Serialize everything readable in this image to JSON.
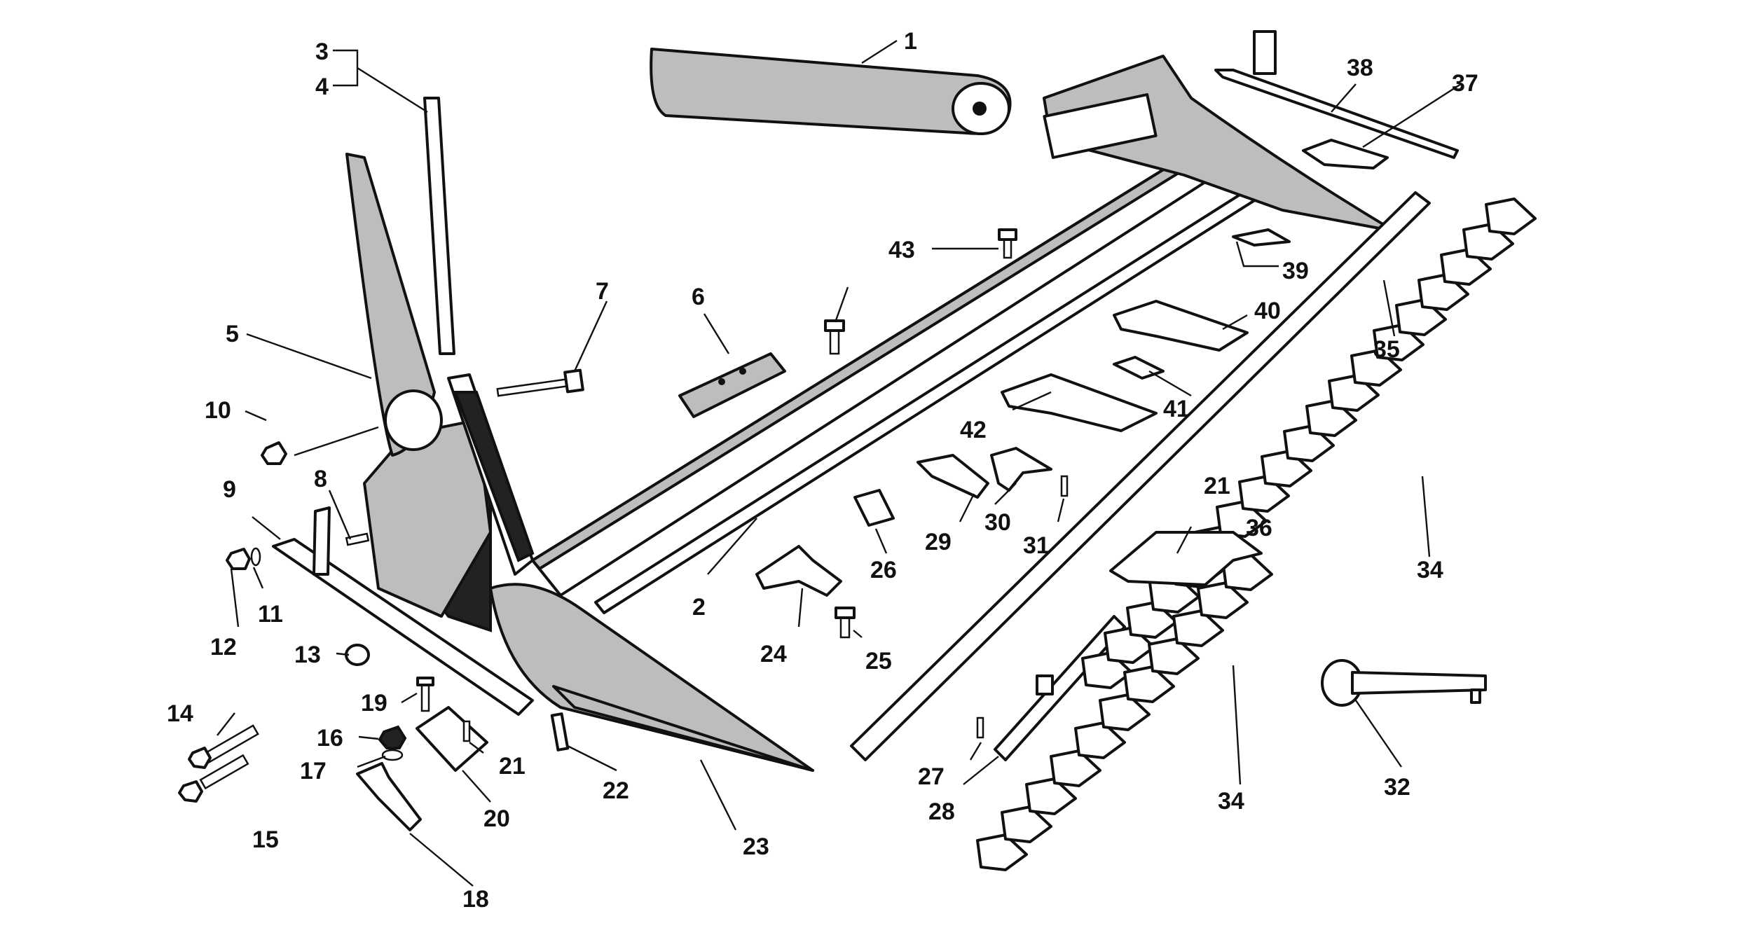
{
  "callouts": {
    "c1": "1",
    "c2": "2",
    "c3": "3",
    "c4": "4",
    "c5": "5",
    "c6": "6",
    "c7": "7",
    "c8": "8",
    "c9": "9",
    "c10": "10",
    "c11": "11",
    "c12": "12",
    "c13": "13",
    "c14": "14",
    "c15": "15",
    "c16": "16",
    "c17": "17",
    "c18": "18",
    "c19": "19",
    "c20": "20",
    "c21a": "21",
    "c21b": "21",
    "c22": "22",
    "c23": "23",
    "c24": "24",
    "c25": "25",
    "c26": "26",
    "c27": "27",
    "c28": "28",
    "c29": "29",
    "c30": "30",
    "c31": "31",
    "c32": "32",
    "c34a": "34",
    "c34b": "34",
    "c35": "35",
    "c36": "36",
    "c37": "37",
    "c38": "38",
    "c39": "39",
    "c40": "40",
    "c41": "41",
    "c42": "42",
    "c43": "43"
  }
}
